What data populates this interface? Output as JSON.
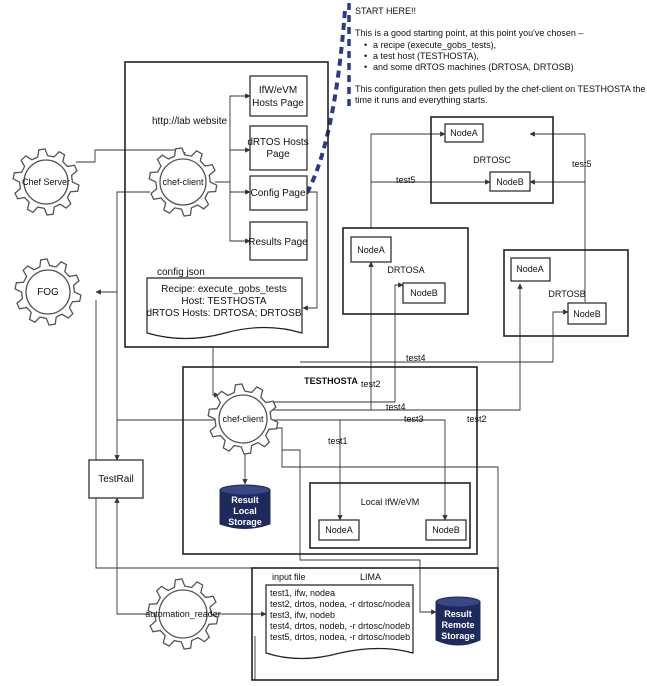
{
  "callout": {
    "title": "START HERE!!",
    "intro": "This is a good starting point, at this point you've chosen –",
    "bullets": [
      "a recipe (execute_gobs_tests),",
      "a test host (TESTHOSTA),",
      "and some dRTOS machines (DRTOSA, DRTOSB)"
    ],
    "outro_1": "This configuration then gets pulled by the chef-client on TESTHOSTA the next",
    "outro_2": "time it runs and everything starts."
  },
  "lab": {
    "title": "http://lab website",
    "pages": [
      "IfW/eVM Hosts Page",
      "dRTOS Hosts Page",
      "Config Page",
      "Results Page"
    ],
    "config_label": "config json",
    "config_lines": [
      "Recipe: execute_gobs_tests",
      "Host: TESTHOSTA",
      "dRTOS Hosts: DRTOSA; DRTOSB"
    ]
  },
  "gears": {
    "chef_server": "Chef Server",
    "fog": "FOG",
    "chef_client_lab": "chef-client",
    "chef_client_host": "chef-client",
    "automation_reader": "automation_reader"
  },
  "drtosc": {
    "title": "DRTOSC",
    "node_a": "NodeA",
    "node_b": "NodeB"
  },
  "drtosa": {
    "title": "DRTOSA",
    "node_a": "NodeA",
    "node_b": "NodeB"
  },
  "drtosb": {
    "title": "DRTOSB",
    "node_a": "NodeA",
    "node_b": "NodeB"
  },
  "testhost": {
    "title": "TESTHOSTA",
    "local_storage": [
      "Result",
      "Local",
      "Storage"
    ],
    "local_ifw": {
      "title": "Local IfW/eVM",
      "node_a": "NodeA",
      "node_b": "NodeB"
    }
  },
  "testrail": "TestRail",
  "lima": {
    "title": "LIMA",
    "input_file_label": "input file",
    "input_lines": [
      "test1, ifw, nodea",
      "test2, drtos, nodea, -r drtosc/nodea",
      "test3, ifw, nodeb",
      "test4, drtos, nodeb, -r drtosc/nodeb",
      "test5, drtos, nodea, -r drtosc/nodeb"
    ],
    "remote_storage": [
      "Result",
      "Remote",
      "Storage"
    ]
  },
  "test_labels": {
    "test1": "test1",
    "test2_a": "test2",
    "test2_b": "test2",
    "test3": "test3",
    "test4_a": "test4",
    "test4_b": "test4",
    "test5_a": "test5",
    "test5_b": "test5"
  }
}
